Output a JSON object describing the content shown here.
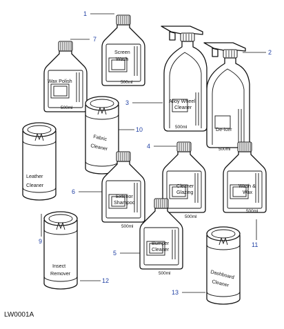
{
  "figure_ref": "LW0001A",
  "accent_number_color": "#1f3fa3",
  "callouts": [
    "1",
    "2",
    "3",
    "4",
    "5",
    "6",
    "7",
    "9",
    "10",
    "11",
    "12",
    "13"
  ],
  "items": {
    "screen_wash": {
      "label_lines": [
        "Screen",
        "Wash"
      ],
      "volume": "500ml"
    },
    "wax_polish": {
      "label_lines": [
        "Wax Polish"
      ],
      "volume": "500ml"
    },
    "alloy_wheel_cleaner": {
      "label_lines": [
        "Alloy Wheel",
        "Cleaner"
      ],
      "volume": "500ml"
    },
    "de_icer": {
      "label_lines": [
        "De-Icer"
      ],
      "volume": "500ml"
    },
    "fabric_cleaner": {
      "label_lines": [
        "Fabric",
        "Cleaner"
      ]
    },
    "leather_cleaner": {
      "label_lines": [
        "Leather",
        "Cleaner"
      ]
    },
    "exterior_shampoo": {
      "label_lines": [
        "Exterior",
        "Shampoo"
      ],
      "volume": "500ml"
    },
    "cleaner_glazing": {
      "label_lines": [
        "Cleaner",
        "Glazing"
      ],
      "volume": "500ml"
    },
    "wash_wax": {
      "label_lines": [
        "Wash &",
        "Wax"
      ],
      "volume": "500ml"
    },
    "insect_remover": {
      "label_lines": [
        "Insect",
        "Remover"
      ]
    },
    "bumper_cleaner": {
      "label_lines": [
        "Bumper",
        "Cleaner"
      ],
      "volume": "500ml"
    },
    "dashboard_cleaner": {
      "label_lines": [
        "Dashboard",
        "Cleaner"
      ]
    }
  }
}
